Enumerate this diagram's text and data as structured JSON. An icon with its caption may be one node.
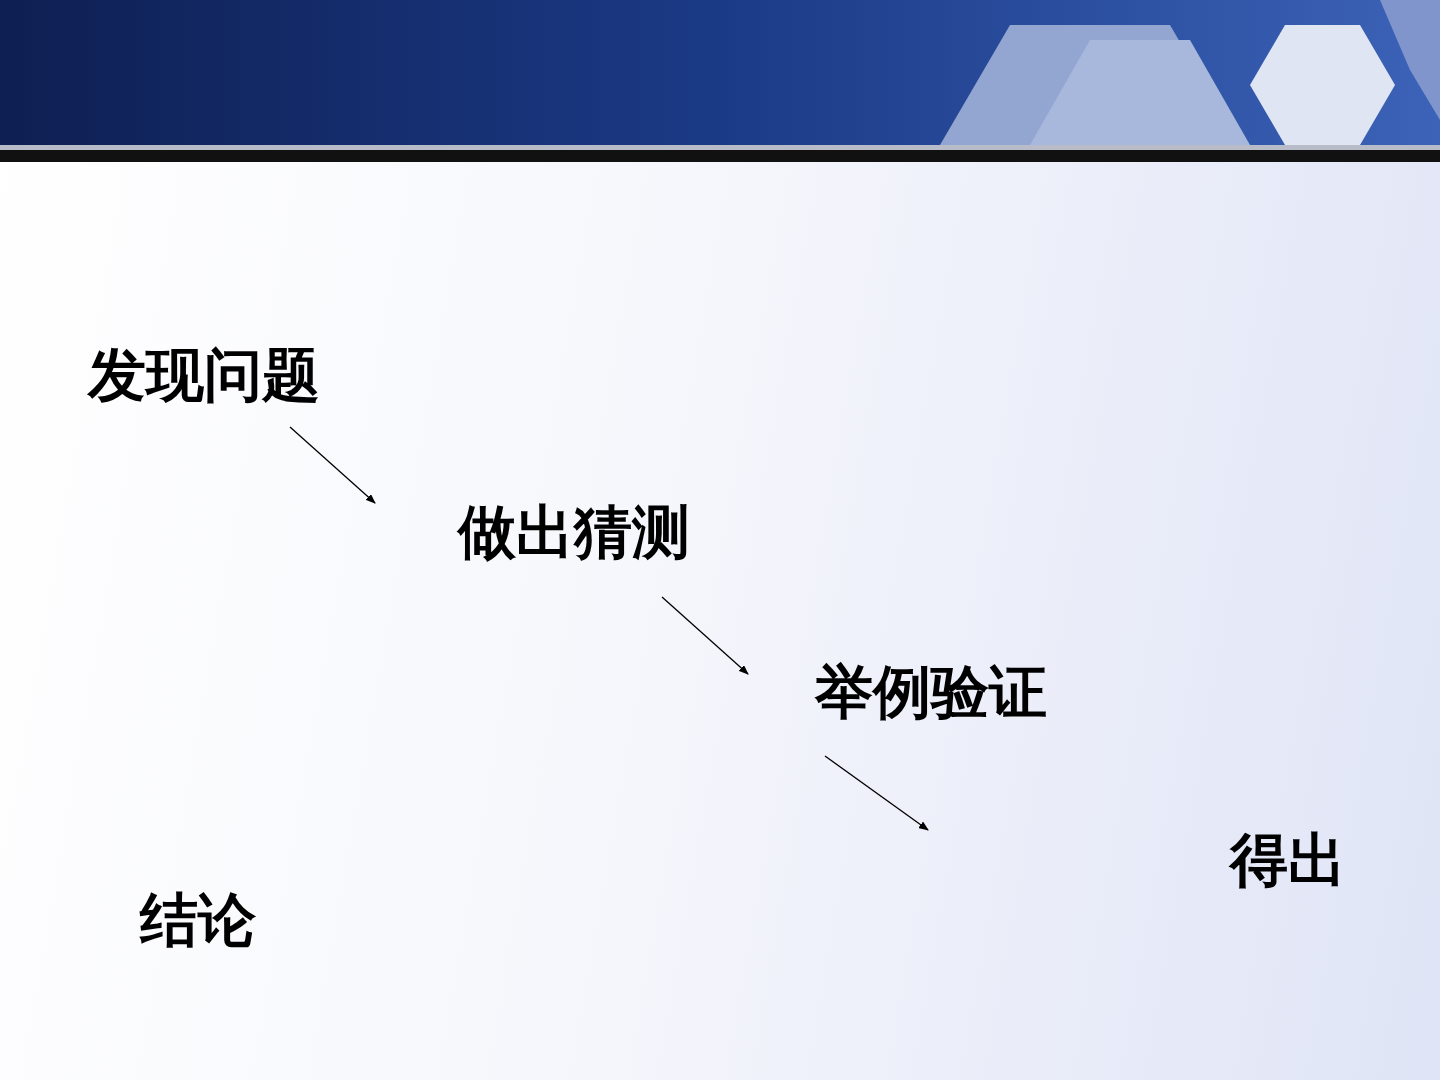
{
  "diagram": {
    "nodes": [
      {
        "text": [
          "发现问题"
        ]
      },
      {
        "text": [
          "做出猜测"
        ]
      },
      {
        "text": [
          "举例验证"
        ]
      },
      {
        "text": [
          "得出结论"
        ]
      }
    ],
    "edges": [
      {
        "from": 0,
        "to": 1,
        "arrow": "to"
      },
      {
        "from": 1,
        "to": 2,
        "arrow": "to"
      },
      {
        "from": 2,
        "to": 3,
        "arrow": "to"
      }
    ]
  }
}
